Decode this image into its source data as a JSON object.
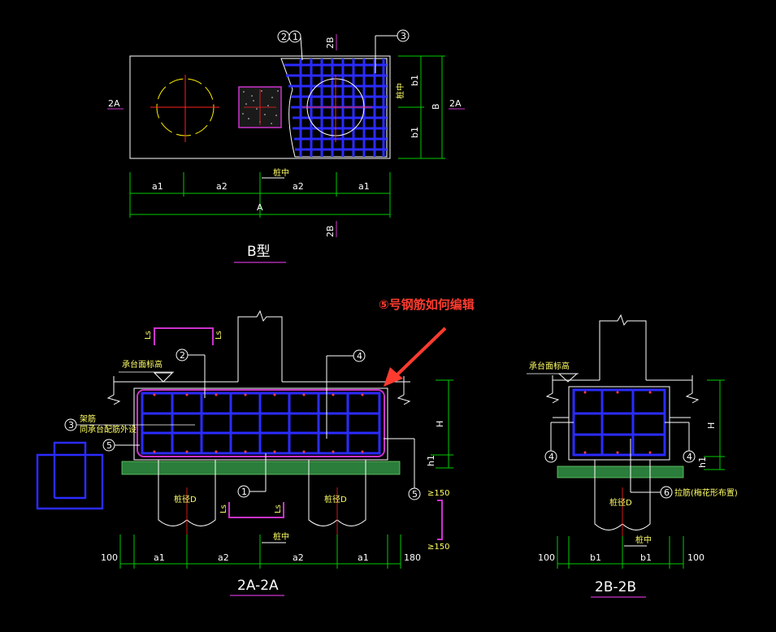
{
  "drawing": {
    "plan_title": "B型",
    "section_a_title": "2A-2A",
    "section_b_title": "2B-2B",
    "annotation": "⑤号钢筋如何编辑"
  },
  "plan": {
    "dims_bottom": [
      "a1",
      "a2",
      "a2",
      "a1"
    ],
    "dim_total": "A",
    "dims_right": [
      "b1",
      "b1"
    ],
    "dim_right_total": "B",
    "pile_center_label": "桩中",
    "pile_center_label_right": "桩中",
    "cut_2A": "2A",
    "cut_2B": "2B",
    "bubbles": [
      "2",
      "1",
      "3"
    ]
  },
  "section_a": {
    "top_label": "承台面标高",
    "bubble_2": "2",
    "bubble_4": "4",
    "bubble_3": "3",
    "bubble_5_left": "5",
    "bubble_1": "1",
    "bubble_5_right": "5",
    "side_note_1": "架筋",
    "side_note_2": "同承台配筋外设",
    "ls_top_left": "Ls",
    "ls_top_right": "Ls",
    "ls_bottom_left": "Ls",
    "ls_bottom_right": "Ls",
    "pile_left": "桩径D",
    "pile_right": "桩径D",
    "dim_H": "H",
    "dim_h1": "h1",
    "ge150_top": "≥150",
    "ge150_bottom": "≥150",
    "dims_bottom": [
      "100",
      "a1",
      "a2",
      "a2",
      "a1",
      "180"
    ],
    "center_label": "桩中"
  },
  "section_b": {
    "top_label": "承台面标高",
    "bubble_4_left": "4",
    "bubble_4_right": "4",
    "bubble_6": "6",
    "note_6": "拉筋(梅花形布置)",
    "pile": "桩径D",
    "dim_H": "H",
    "dim_h1": "h1",
    "dims_bottom": [
      "100",
      "b1",
      "b1",
      "100"
    ],
    "center_label": "桩中"
  },
  "colors": {
    "outline": "#ffffff",
    "rebar": "#2b2bff",
    "dimension": "#00cc00",
    "magenta": "#cc33cc",
    "axis": "#ff2020",
    "annotation": "#ff3b2f",
    "concrete": "#2a7d3a"
  }
}
